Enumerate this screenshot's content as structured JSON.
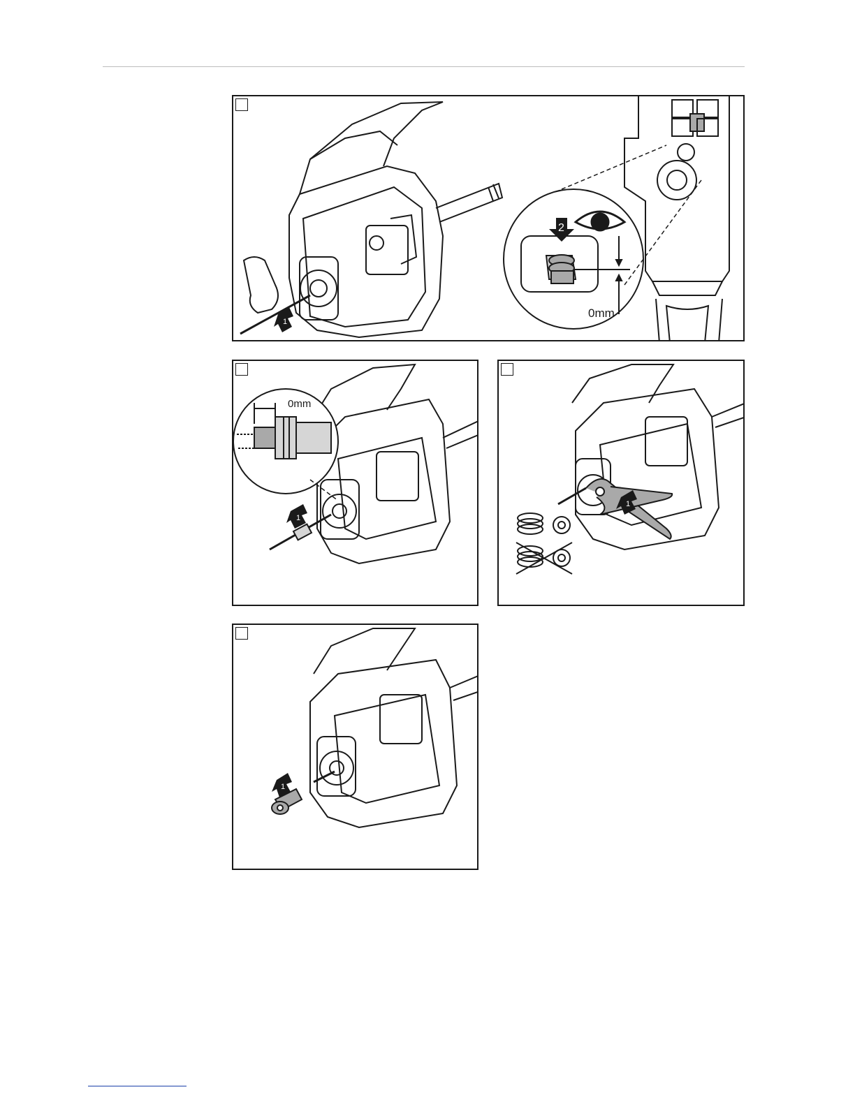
{
  "panels": [
    {
      "id": "panel-1",
      "callouts": {
        "arrow_1": "1",
        "arrow_2": "2",
        "measure": "0mm"
      }
    },
    {
      "id": "panel-2",
      "callouts": {
        "arrow_1": "1",
        "measure": "0mm"
      }
    },
    {
      "id": "panel-3",
      "callouts": {
        "arrow_1": "1"
      }
    },
    {
      "id": "panel-4",
      "callouts": {
        "arrow_1": "1"
      }
    }
  ],
  "colors": {
    "line": "#1a1a1a",
    "grey_fill": "#a9a9a9",
    "light_grey": "#d6d6d6",
    "footer_rule": "#1a3ea8"
  },
  "icons": [
    "hand-icon",
    "eye-icon",
    "arrow-down-icon",
    "pliers-icon",
    "spring-icon"
  ]
}
